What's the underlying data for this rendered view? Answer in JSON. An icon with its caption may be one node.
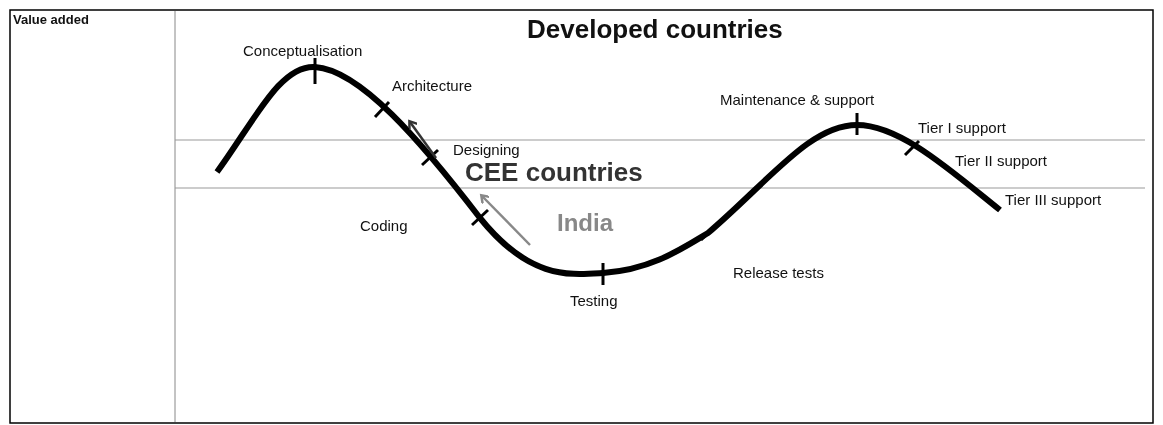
{
  "diagram": {
    "labels": [
      "Value added",
      "Developed countries",
      "Conceptualisation",
      "Architecture",
      "Maintenance & support",
      "Tier I support",
      "Designing",
      "Tier II support",
      "CEE countries",
      "Tier III support",
      "India",
      "Coding",
      "Release tests",
      "Testing"
    ]
  }
}
